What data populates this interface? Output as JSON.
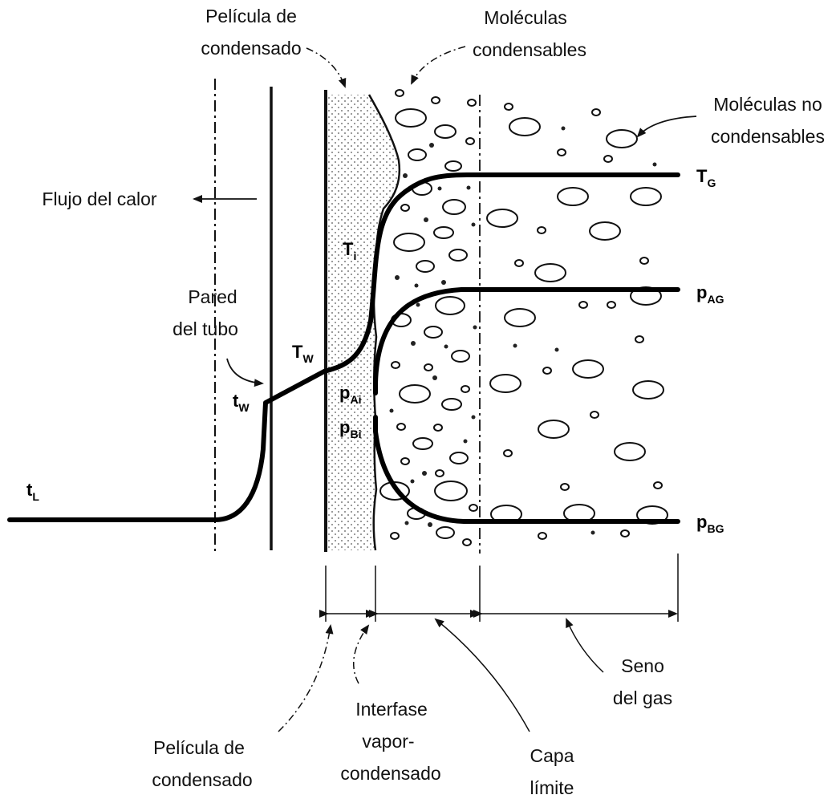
{
  "labels": {
    "pelicula_top_1": "Película de",
    "pelicula_top_2": "condensado",
    "moleculas_cond_1": "Moléculas",
    "moleculas_cond_2": "condensables",
    "moleculas_no_1": "Moléculas no",
    "moleculas_no_2": "condensables",
    "flujo": "Flujo del calor",
    "pared_1": "Pared",
    "pared_2": "del tubo",
    "pelicula_bottom_1": "Película de",
    "pelicula_bottom_2": "condensado",
    "interfase_1": "Interfase",
    "interfase_2": "vapor-",
    "interfase_3": "condensado",
    "capa_1": "Capa",
    "capa_2": "límite",
    "seno_1": "Seno",
    "seno_2": "del gas"
  },
  "variables": {
    "tL": {
      "main": "t",
      "sub": "L"
    },
    "tW": {
      "main": "t",
      "sub": "W"
    },
    "TW": {
      "main": "T",
      "sub": "W"
    },
    "Ti": {
      "main": "T",
      "sub": "i"
    },
    "TG": {
      "main": "T",
      "sub": "G"
    },
    "pAi": {
      "main": "p",
      "sub": "Ai"
    },
    "pBi": {
      "main": "p",
      "sub": "Bi"
    },
    "pAG": {
      "main": "p",
      "sub": "AG"
    },
    "pBG": {
      "main": "p",
      "sub": "BG"
    }
  },
  "colors": {
    "ink": "#000000",
    "background": "#ffffff"
  }
}
